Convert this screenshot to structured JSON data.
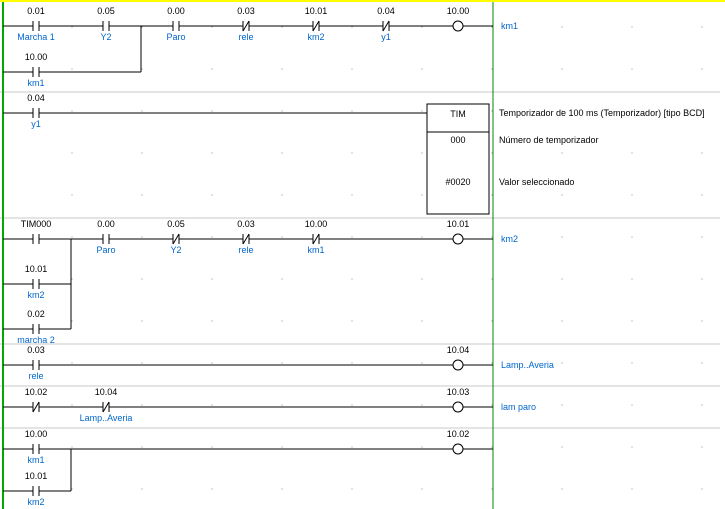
{
  "colors": {
    "top_bar": "#ffff00",
    "left_rail": "#00aa00",
    "right_rail": "#008800",
    "separator": "#c8c8c8",
    "wire": "#000000",
    "symbol_text": "#0066cc",
    "address_text": "#000000"
  },
  "rungs": [
    {
      "elements": [
        {
          "kind": "contact-no",
          "addr": "0.01",
          "sym": "Marcha 1"
        },
        {
          "kind": "contact-no",
          "addr": "0.05",
          "sym": "Y2"
        },
        {
          "kind": "contact-no",
          "addr": "0.00",
          "sym": "Paro"
        },
        {
          "kind": "contact-nc",
          "addr": "0.03",
          "sym": "rele"
        },
        {
          "kind": "contact-nc",
          "addr": "10.01",
          "sym": "km2"
        },
        {
          "kind": "contact-nc",
          "addr": "0.04",
          "sym": "y1"
        }
      ],
      "branches": [
        {
          "kind": "contact-no",
          "addr": "10.00",
          "sym": "km1"
        }
      ],
      "output": {
        "kind": "coil",
        "addr": "10.00",
        "comment": "km1"
      }
    },
    {
      "elements": [
        {
          "kind": "contact-no",
          "addr": "0.04",
          "sym": "y1"
        }
      ],
      "timer": {
        "name": "TIM",
        "number": "000",
        "setpoint": "#0020",
        "comments": [
          "Temporizador de 100 ms (Temporizador) [tipo BCD]",
          "Número de temporizador",
          "Valor seleccionado"
        ]
      }
    },
    {
      "elements": [
        {
          "kind": "contact-no",
          "addr": "TIM000",
          "sym": ""
        },
        {
          "kind": "contact-no",
          "addr": "0.00",
          "sym": "Paro"
        },
        {
          "kind": "contact-nc",
          "addr": "0.05",
          "sym": "Y2"
        },
        {
          "kind": "contact-nc",
          "addr": "0.03",
          "sym": "rele"
        },
        {
          "kind": "contact-nc",
          "addr": "10.00",
          "sym": "km1"
        }
      ],
      "branches": [
        {
          "kind": "contact-no",
          "addr": "10.01",
          "sym": "km2"
        },
        {
          "kind": "contact-no",
          "addr": "0.02",
          "sym": "marcha 2"
        }
      ],
      "output": {
        "kind": "coil",
        "addr": "10.01",
        "comment": "km2"
      }
    },
    {
      "elements": [
        {
          "kind": "contact-no",
          "addr": "0.03",
          "sym": "rele"
        }
      ],
      "output": {
        "kind": "coil",
        "addr": "10.04",
        "comment": "Lamp..Averia"
      }
    },
    {
      "elements": [
        {
          "kind": "contact-nc",
          "addr": "10.02",
          "sym": ""
        },
        {
          "kind": "contact-nc",
          "addr": "10.04",
          "sym": "Lamp..Averia"
        }
      ],
      "output": {
        "kind": "coil",
        "addr": "10.03",
        "comment": "lam paro"
      }
    },
    {
      "elements": [
        {
          "kind": "contact-no",
          "addr": "10.00",
          "sym": "km1"
        }
      ],
      "branches": [
        {
          "kind": "contact-no",
          "addr": "10.01",
          "sym": "km2"
        }
      ],
      "output": {
        "kind": "coil",
        "addr": "10.02",
        "comment": ""
      }
    }
  ]
}
